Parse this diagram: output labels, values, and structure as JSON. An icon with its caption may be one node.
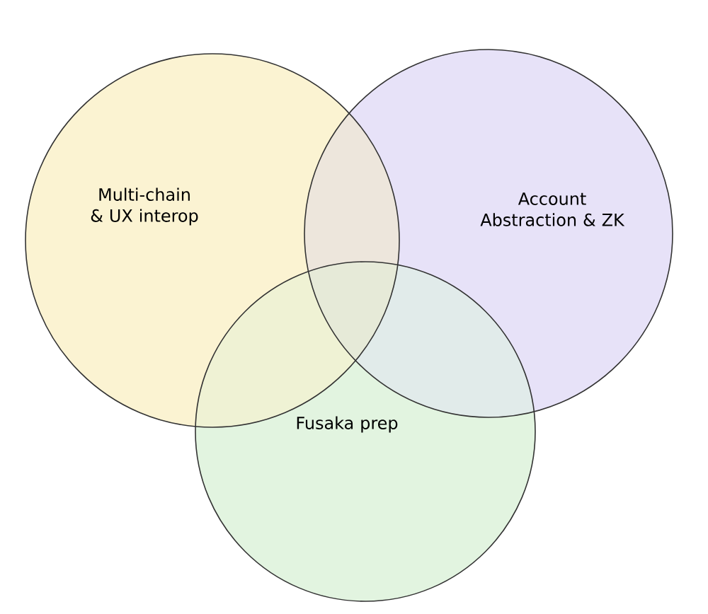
{
  "diagram": {
    "nodes": [
      {
        "text": [
          "Multi-chain & UX interop"
        ]
      },
      {
        "text": [
          "Account Abstraction & ZK"
        ]
      },
      {
        "text": [
          "Fusaka prep"
        ]
      }
    ]
  }
}
